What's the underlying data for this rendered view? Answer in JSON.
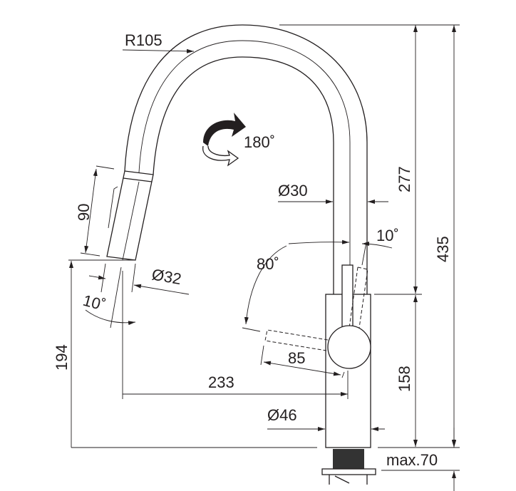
{
  "drawing": {
    "title": "Pull-out kitchen faucet dimension drawing",
    "labels": {
      "radius": "R105",
      "swivel": "180˚",
      "spout_diameter": "Ø30",
      "spout_height": "277",
      "lever_angle_right": "10˚",
      "total_height": "435",
      "lever_angle_left": "80˚",
      "head_length": "90",
      "head_diameter": "Ø32",
      "head_angle": "10˚",
      "lever_length": "85",
      "outlet_height": "194",
      "reach": "233",
      "body_height": "158",
      "body_diameter": "Ø46",
      "max_deck": "max.70"
    },
    "colors": {
      "line": "#231f20",
      "background": "#ffffff"
    }
  }
}
